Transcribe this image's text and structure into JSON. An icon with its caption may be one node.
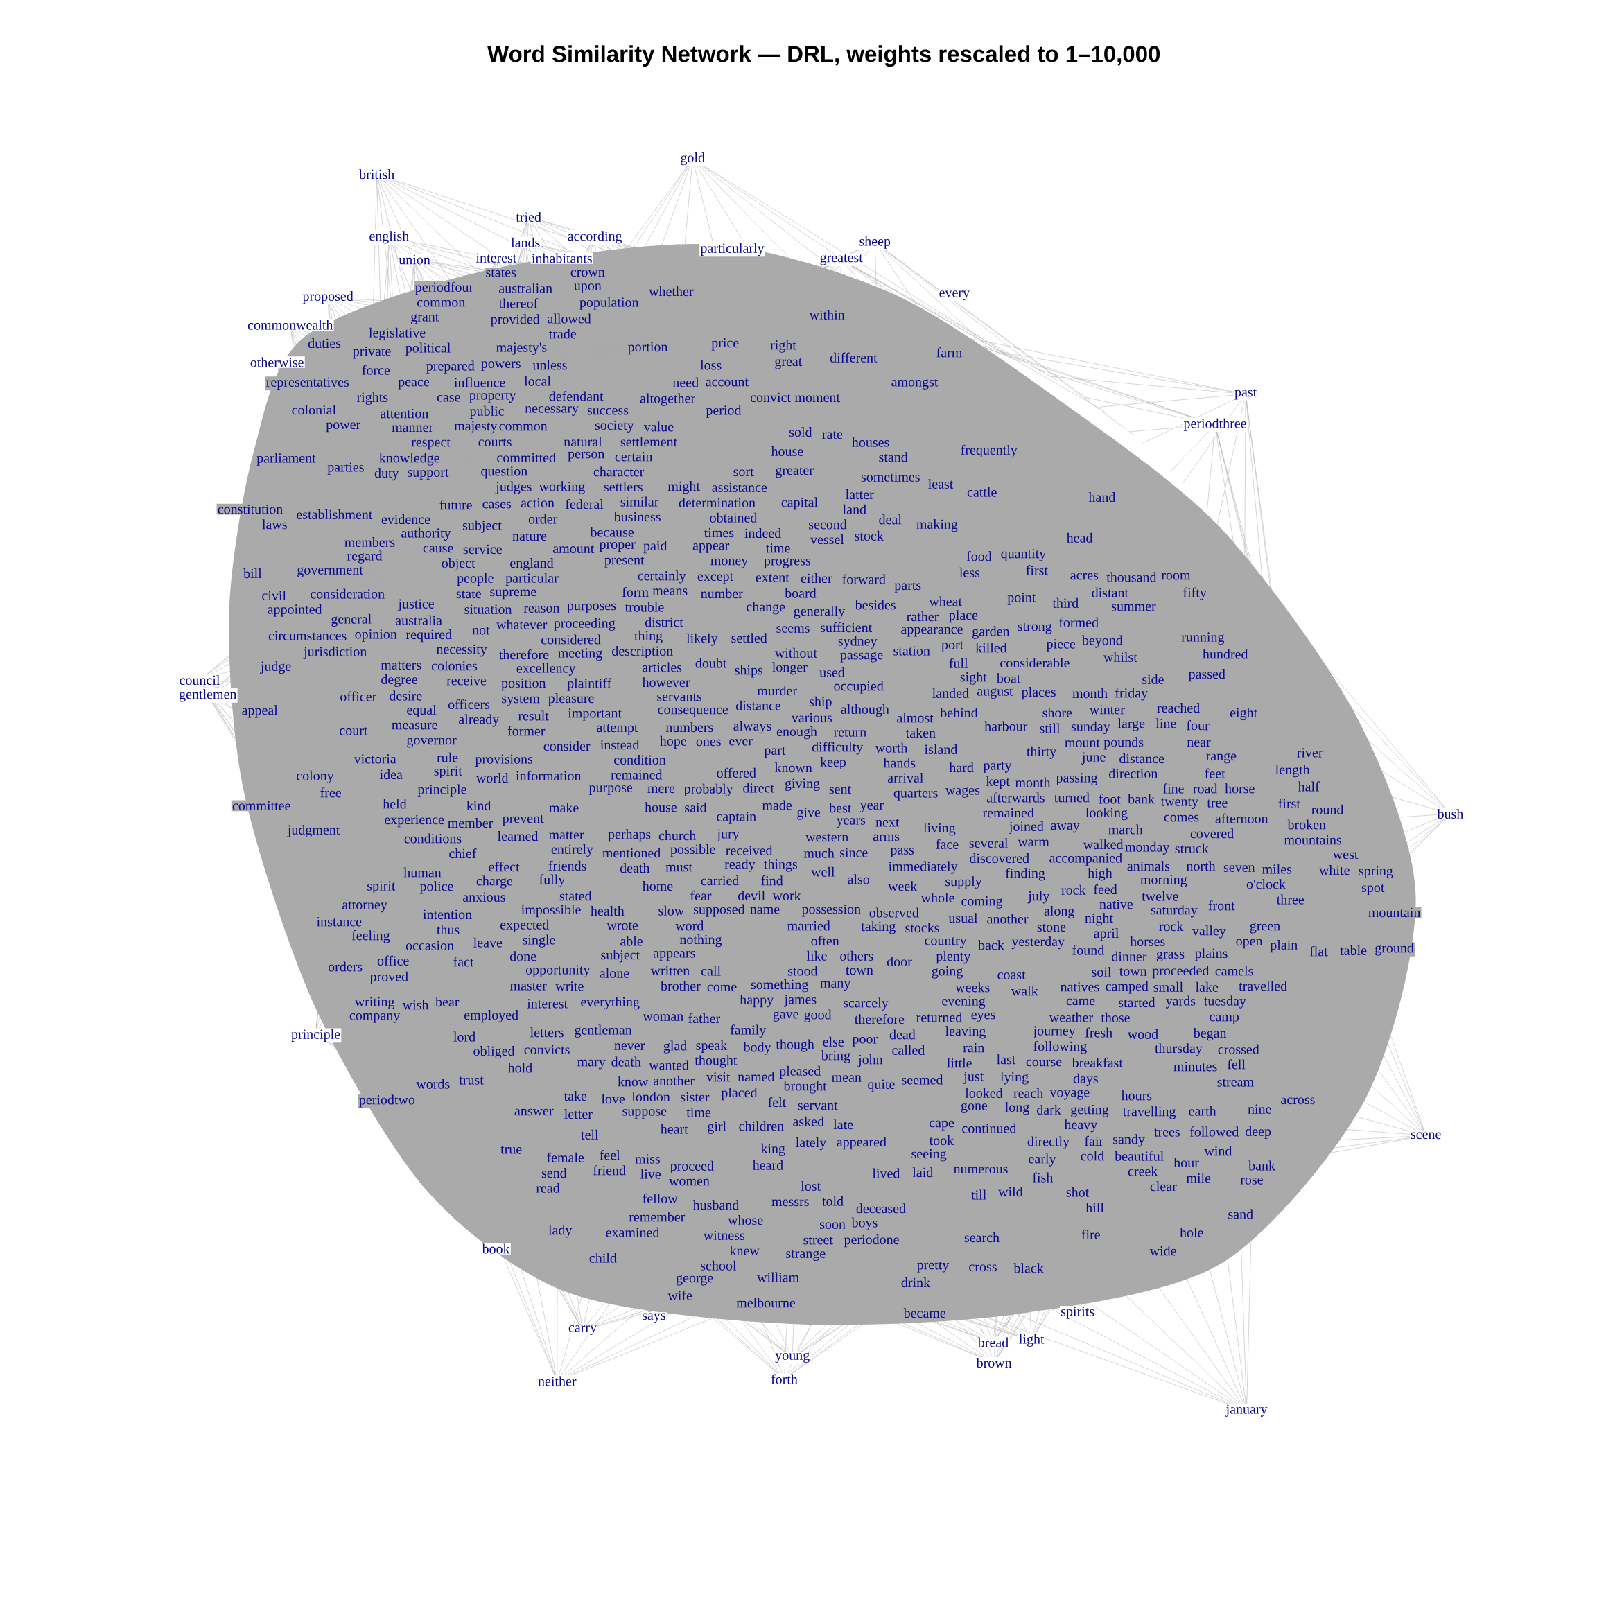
{
  "diagram": {
    "title": "Word Similarity Network — DRL, weights rescaled to 1–10,000",
    "labels": [
      "british",
      "gold",
      "tried",
      "english",
      "lands",
      "according",
      "particularly",
      "sheep",
      "union",
      "interest",
      "inhabitants",
      "crown",
      "greatest",
      "proposed",
      "common",
      "periodfour",
      "states",
      "upon",
      "whether",
      "every",
      "commonwealth",
      "australian",
      "population",
      "within",
      "duties",
      "legislative",
      "grant",
      "thereof",
      "provided",
      "allowed",
      "otherwise",
      "trade",
      "portion",
      "price",
      "right",
      "great",
      "different",
      "farm",
      "representatives",
      "colonial",
      "private",
      "force",
      "political",
      "prepared",
      "peace",
      "public",
      "majesty's",
      "powers",
      "unless",
      "influence",
      "property",
      "local",
      "loss",
      "need",
      "account",
      "altogether",
      "convict",
      "moment",
      "amongst",
      "past",
      "periodthree",
      "houses",
      "parliament",
      "power",
      "case",
      "majesty",
      "common",
      "defendant",
      "success",
      "period",
      "sold",
      "rate",
      "knowledge",
      "rights",
      "attention",
      "respect",
      "necessary",
      "courts",
      "society",
      "value",
      "house",
      "stand",
      "frequently",
      "parties",
      "manner",
      "committed",
      "natural",
      "question",
      "hand",
      "establishment",
      "working",
      "person",
      "sort",
      "greater",
      "sometimes",
      "latter",
      "laws",
      "settlement",
      "might",
      "least",
      "certain",
      "similar",
      "determination",
      "assistance",
      "future",
      "judges",
      "cases",
      "character",
      "settlers",
      "federal",
      "cattle",
      "constitution",
      "support",
      "action",
      "capital",
      "land",
      "subject",
      "order",
      "because",
      "obtained",
      "second",
      "deal",
      "nature",
      "amount",
      "business",
      "indeed",
      "vessel",
      "stock",
      "making",
      "head",
      "quantity",
      "less",
      "members",
      "duty",
      "evidence",
      "authority",
      "regard",
      "cause",
      "service",
      "proper",
      "times",
      "food",
      "bill",
      "government",
      "object",
      "paid",
      "appear",
      "time",
      "progress",
      "first",
      "parts",
      "besides",
      "acres",
      "thousand",
      "room",
      "consideration",
      "australia",
      "england",
      "present",
      "extent",
      "board",
      "either",
      "civil",
      "appointed",
      "justice",
      "state",
      "people",
      "particular",
      "certainly",
      "money",
      "forward",
      "wheat",
      "fifty",
      "circumstances",
      "general",
      "required",
      "situation",
      "supreme",
      "reason",
      "purposes",
      "considered",
      "form",
      "means",
      "except",
      "point",
      "third",
      "distant",
      "summer",
      "opinion",
      "jurisdiction",
      "proceeding",
      "trouble",
      "number",
      "change",
      "generally",
      "rather",
      "place",
      "formed",
      "likely",
      "seems",
      "sufficient",
      "sydney",
      "strong",
      "killed",
      "colonies",
      "not",
      "whatever",
      "therefore",
      "district",
      "appearance",
      "garden",
      "running",
      "matters",
      "necessity",
      "meeting",
      "receive",
      "thing",
      "settled",
      "passage",
      "piece",
      "beyond",
      "whilst",
      "hundred",
      "ships",
      "without",
      "station",
      "port",
      "judge",
      "description",
      "degree",
      "position",
      "plaintiff",
      "doubt",
      "however",
      "full",
      "considerable",
      "council",
      "excellency",
      "system",
      "longer",
      "boat",
      "gentlemen",
      "desire",
      "pleasure",
      "important",
      "attempt",
      "articles",
      "servants",
      "used",
      "occupied",
      "sight",
      "side",
      "passed",
      "month",
      "friday",
      "appeal",
      "officer",
      "equal",
      "landed",
      "august",
      "places",
      "although",
      "former",
      "murder",
      "consequence",
      "always",
      "distance",
      "ship",
      "reached",
      "eight",
      "court",
      "measure",
      "officers",
      "already",
      "result",
      "numbers",
      "ones",
      "various",
      "almost",
      "shore",
      "sunday",
      "winter",
      "large",
      "line",
      "four",
      "governor",
      "rule",
      "return",
      "behind",
      "taken",
      "harbour",
      "island",
      "still",
      "consider",
      "instead",
      "remained",
      "condition",
      "hope",
      "ever",
      "enough",
      "mount",
      "provisions",
      "world",
      "part",
      "offered",
      "probably",
      "said",
      "difficulty",
      "worth",
      "hands",
      "thirty",
      "june",
      "pounds",
      "river",
      "idea",
      "free",
      "victoria",
      "spirit",
      "principle",
      "information",
      "purpose",
      "make",
      "mere",
      "house",
      "known",
      "giving",
      "keep",
      "hard",
      "party",
      "distance",
      "near",
      "range",
      "length",
      "half",
      "held",
      "kind",
      "member",
      "prevent",
      "direct",
      "made",
      "sent",
      "arrival",
      "quarters",
      "wages",
      "kept",
      "month",
      "passing",
      "direction",
      "fine",
      "road",
      "feet",
      "horse",
      "committee",
      "colony",
      "matter",
      "perhaps",
      "mentioned",
      "captain",
      "give",
      "best",
      "year",
      "next",
      "afterwards",
      "turned",
      "foot",
      "bank",
      "twenty",
      "tree",
      "first",
      "broken",
      "round",
      "bush",
      "judgment",
      "experience",
      "conditions",
      "learned",
      "chief",
      "western",
      "years",
      "arms",
      "several",
      "remained",
      "joined",
      "warm",
      "away",
      "looking",
      "march",
      "comes",
      "covered",
      "afternoon",
      "mountains",
      "friends",
      "entirely",
      "church",
      "jury",
      "ready",
      "received",
      "living",
      "face",
      "effect",
      "fully",
      "possible",
      "death",
      "must",
      "things",
      "much",
      "since",
      "pass",
      "immediately",
      "supply",
      "discovered",
      "finding",
      "accompanied",
      "walked",
      "monday",
      "west",
      "human",
      "stated",
      "carried",
      "devil",
      "find",
      "work",
      "well",
      "whole",
      "high",
      "struck",
      "north",
      "twelve",
      "seven",
      "miles",
      "white",
      "spirit",
      "charge",
      "impossible",
      "health",
      "fear",
      "o'clock",
      "spring",
      "spot",
      "attorney",
      "anxious",
      "expected",
      "done",
      "home",
      "wrote",
      "slow",
      "supposed",
      "name",
      "possession",
      "also",
      "observed",
      "week",
      "rock",
      "feed",
      "native",
      "animals",
      "morning",
      "saturday",
      "three",
      "instance",
      "police",
      "intention",
      "leave",
      "single",
      "opportunity",
      "able",
      "word",
      "married",
      "taking",
      "coming",
      "july",
      "along",
      "night",
      "front",
      "mountain",
      "feeling",
      "thus",
      "nothing",
      "often",
      "stocks",
      "usual",
      "another",
      "stone",
      "back",
      "yesterday",
      "april",
      "horses",
      "rock",
      "valley",
      "green",
      "occasion",
      "fact",
      "appears",
      "alone",
      "like",
      "others",
      "country",
      "plenty",
      "found",
      "dinner",
      "grass",
      "plains",
      "open",
      "plain",
      "flat",
      "table",
      "ground",
      "orders",
      "office",
      "proved",
      "master",
      "write",
      "interest",
      "subject",
      "written",
      "brother",
      "everything",
      "call",
      "stood",
      "town",
      "door",
      "going",
      "coast",
      "natives",
      "soil",
      "town",
      "proceeded",
      "camels",
      "come",
      "something",
      "james",
      "many",
      "weeks",
      "wish",
      "bear",
      "employed",
      "happy",
      "father",
      "walk",
      "camped",
      "small",
      "yards",
      "lake",
      "travelled",
      "writing",
      "letters",
      "family",
      "body",
      "gave",
      "good",
      "evening",
      "eyes",
      "came",
      "those",
      "started",
      "tuesday",
      "camp",
      "lord",
      "company",
      "principle",
      "gentleman",
      "woman",
      "scarcely",
      "therefore",
      "returned",
      "weather",
      "following",
      "pleased",
      "leaving",
      "convicts",
      "hold",
      "dead",
      "little",
      "rain",
      "journey",
      "fresh",
      "last",
      "wood",
      "began",
      "crossed",
      "minutes",
      "words",
      "obliged",
      "mary",
      "death",
      "never",
      "glad",
      "speak",
      "though",
      "else",
      "poor",
      "john",
      "called",
      "just",
      "course",
      "breakfast",
      "days",
      "thursday",
      "fell",
      "know",
      "love",
      "thought",
      "bring",
      "trust",
      "wanted",
      "london",
      "another",
      "visit",
      "named",
      "placed",
      "mean",
      "quite",
      "seemed",
      "looked",
      "lying",
      "reach",
      "voyage",
      "hours",
      "travelling",
      "stream",
      "periodtwo",
      "take",
      "suppose",
      "sister",
      "time",
      "felt",
      "brought",
      "servant",
      "dark",
      "getting",
      "earth",
      "continued",
      "nine",
      "across",
      "scene",
      "answer",
      "letter",
      "gone",
      "cape",
      "long",
      "heavy",
      "followed",
      "deep",
      "true",
      "tell",
      "heart",
      "girl",
      "children",
      "asked",
      "late",
      "took",
      "fair",
      "trees",
      "king",
      "proceed",
      "lately",
      "appeared",
      "directly",
      "early",
      "fish",
      "cold",
      "sandy",
      "wind",
      "send",
      "feel",
      "miss",
      "seeing",
      "beautiful",
      "lived",
      "hour",
      "bank",
      "read",
      "female",
      "friend",
      "live",
      "women",
      "heard",
      "laid",
      "numerous",
      "creek",
      "clear",
      "mile",
      "rose",
      "fellow",
      "lost",
      "told",
      "till",
      "wild",
      "shot",
      "hill",
      "examined",
      "messrs",
      "deceased",
      "soon",
      "boys",
      "sand",
      "lady",
      "book",
      "husband",
      "whose",
      "street",
      "child",
      "remember",
      "witness",
      "strange",
      "periodone",
      "search",
      "fire",
      "hole",
      "wide",
      "cross",
      "wife",
      "school",
      "knew",
      "george",
      "william",
      "drink",
      "pretty",
      "black",
      "melbourne",
      "became",
      "spirits",
      "carry",
      "says",
      "bread",
      "light",
      "young",
      "brown",
      "neither",
      "forth",
      "january"
    ]
  }
}
